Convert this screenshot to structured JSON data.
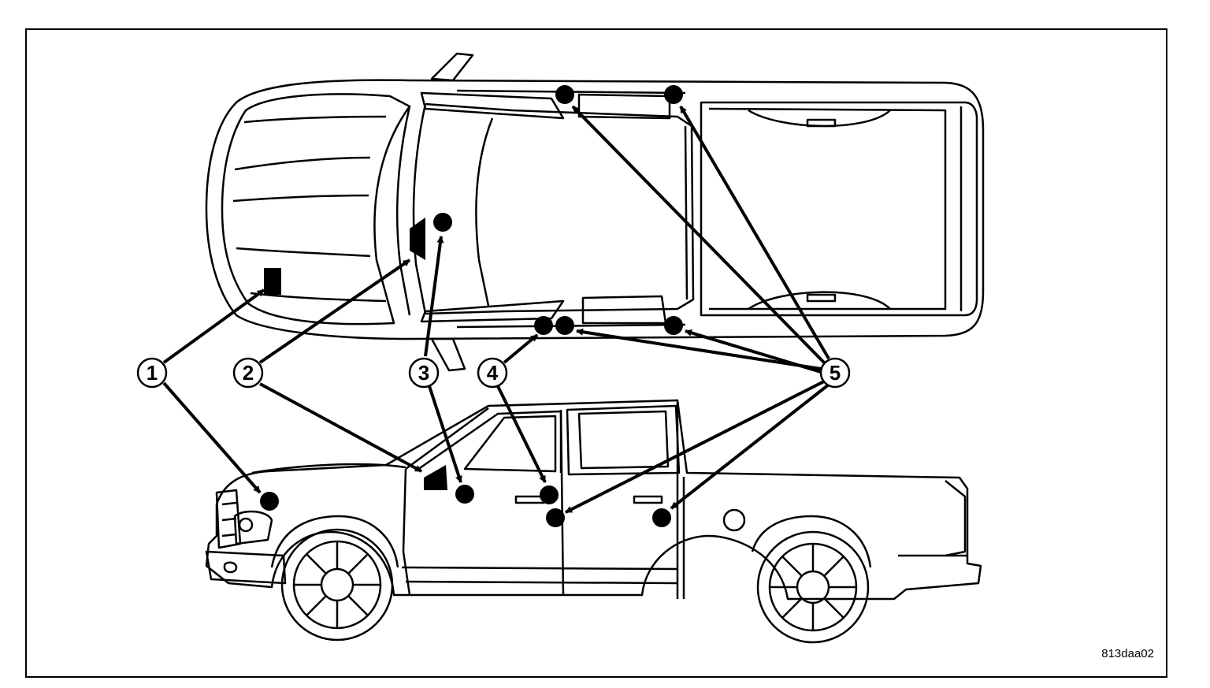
{
  "diagram": {
    "callouts": [
      {
        "id": "1",
        "label": "1"
      },
      {
        "id": "2",
        "label": "2"
      },
      {
        "id": "3",
        "label": "3"
      },
      {
        "id": "4",
        "label": "4"
      },
      {
        "id": "5",
        "label": "5"
      }
    ],
    "figure_id": "813daa02"
  }
}
